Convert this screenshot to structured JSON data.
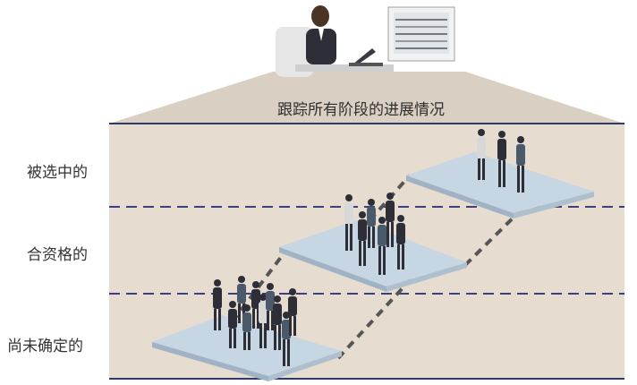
{
  "title": "跟踪所有阶段的进展情况",
  "levels": {
    "top": "被选中的",
    "middle": "合资格的",
    "bottom": "尚未确定的"
  },
  "colors": {
    "background_panel": "#e6dcd0",
    "roof": "#d8cdbf",
    "frame_line": "#2f3a6b",
    "dashed_line": "#3e3f7a",
    "platform_top": "#c6d6e2",
    "platform_side": "#9fb3c4",
    "path_dash": "#555555",
    "person_suit": "#2e2e38"
  },
  "icons": {
    "analyst": "person-at-laptop-icon",
    "report": "report-screen-icon",
    "candidate": "person-figure-icon"
  }
}
